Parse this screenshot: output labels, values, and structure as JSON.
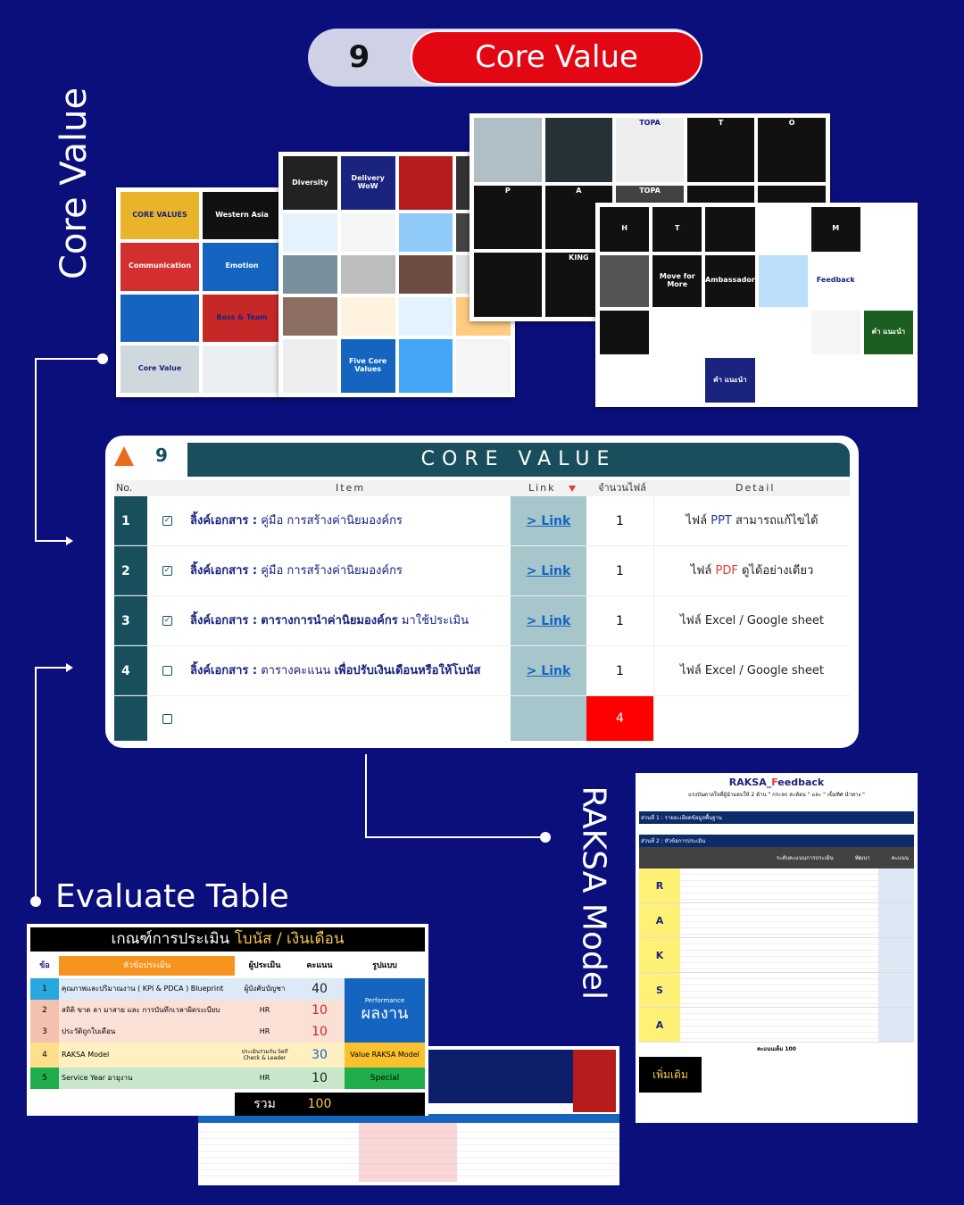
{
  "badge": {
    "number": "9",
    "title": "Core Value"
  },
  "side_title": "Core Value",
  "raksa_title": "RAKSA Model",
  "evaluate_label": "Evaluate Table",
  "collage_a": [
    {
      "t": "CORE VALUES",
      "c": "#e9b32a"
    },
    {
      "t": "Western Asia",
      "c": "#111"
    },
    {
      "t": "Communication",
      "c": "#d32f2f"
    },
    {
      "t": "Emotion",
      "c": "#1565c0"
    },
    {
      "t": "",
      "c": "#1565c0"
    },
    {
      "t": "Boss & Team",
      "c": "#c62828"
    },
    {
      "t": "Core Value",
      "c": "#cfd8dc"
    },
    {
      "t": "",
      "c": "#eceff1"
    }
  ],
  "collage_b": [
    {
      "t": "Diversity",
      "c": "#222"
    },
    {
      "t": "Delivery WoW",
      "c": "#1a237e"
    },
    {
      "t": "",
      "c": "#b71c1c"
    },
    {
      "t": "",
      "c": "#333"
    },
    {
      "t": "",
      "c": "#e3f2fd"
    },
    {
      "t": "",
      "c": "#f5f5f5"
    },
    {
      "t": "",
      "c": "#90caf9"
    },
    {
      "t": "",
      "c": "#444"
    },
    {
      "t": "",
      "c": "#78909c"
    },
    {
      "t": "",
      "c": "#bdbdbd"
    },
    {
      "t": "",
      "c": "#6d4c41"
    },
    {
      "t": "",
      "c": "#e0e0e0"
    },
    {
      "t": "",
      "c": "#8d6e63"
    },
    {
      "t": "",
      "c": "#fff3e0"
    },
    {
      "t": "",
      "c": "#e3f2fd"
    },
    {
      "t": "",
      "c": "#ffcc80"
    },
    {
      "t": "",
      "c": "#eeeeee"
    },
    {
      "t": "Five Core Values",
      "c": "#1565c0"
    },
    {
      "t": "",
      "c": "#42a5f5"
    },
    {
      "t": "",
      "c": "#f5f5f5"
    }
  ],
  "collage_c": [
    {
      "t": "",
      "c": "#b0bec5"
    },
    {
      "t": "",
      "c": "#263238"
    },
    {
      "t": "TOPA",
      "c": "#eeeeee"
    },
    {
      "t": "T",
      "c": "#111"
    },
    {
      "t": "O",
      "c": "#111"
    },
    {
      "t": "P",
      "c": "#111"
    },
    {
      "t": "A",
      "c": "#111"
    },
    {
      "t": "TOPA",
      "c": "#424242"
    },
    {
      "t": "",
      "c": "#111"
    },
    {
      "t": "",
      "c": "#111"
    },
    {
      "t": "",
      "c": "#111"
    },
    {
      "t": "KING",
      "c": "#111"
    },
    {
      "t": "",
      "c": "#111"
    },
    {
      "t": "",
      "c": "#111"
    },
    {
      "t": "",
      "c": "#111"
    }
  ],
  "collage_d": [
    {
      "t": "H",
      "c": "#111"
    },
    {
      "t": "T",
      "c": "#111"
    },
    {
      "t": "",
      "c": "#111"
    },
    {
      "t": "",
      "c": "#fff"
    },
    {
      "t": "M",
      "c": "#111"
    },
    {
      "t": "",
      "c": "#fff"
    },
    {
      "t": "",
      "c": "#555"
    },
    {
      "t": "Move for More",
      "c": "#111"
    },
    {
      "t": "Ambassador",
      "c": "#111"
    },
    {
      "t": "",
      "c": "#bbdefb"
    },
    {
      "t": "Feedback",
      "c": "#fff"
    },
    {
      "t": "",
      "c": "#fff"
    },
    {
      "t": "",
      "c": "#111"
    },
    {
      "t": "",
      "c": "#fff"
    },
    {
      "t": "",
      "c": "#fff"
    },
    {
      "t": "",
      "c": "#fff"
    },
    {
      "t": "",
      "c": "#f5f5f5"
    },
    {
      "t": "คำ แนะนำ",
      "c": "#1b5e20"
    },
    {
      "t": "",
      "c": "#fff"
    },
    {
      "t": "",
      "c": "#fff"
    },
    {
      "t": "คำ แนะนำ",
      "c": "#1a237e"
    },
    {
      "t": "",
      "c": "#fff"
    },
    {
      "t": "",
      "c": "#fff"
    },
    {
      "t": "",
      "c": "#fff"
    }
  ],
  "core_table": {
    "no": "9",
    "title": "CORE VALUE",
    "headers": {
      "no": "No.",
      "item": "Item",
      "link": "Link",
      "count": "จำนวนไฟล์",
      "detail": "Detail"
    },
    "rows": [
      {
        "no": "1",
        "checked": true,
        "prefix": "ลิ้งค์เอกสาร :",
        "text": "คู่มือ การสร้างค่านิยมองค์กร",
        "bold": "",
        "suffix": "",
        "link": "> Link",
        "count": "1",
        "d1": "ไฟล์ ",
        "dh": "PPT",
        "d2": " สามารถแก้ไขได้",
        "dc": "#283593"
      },
      {
        "no": "2",
        "checked": true,
        "prefix": "ลิ้งค์เอกสาร :",
        "text": "คู่มือ การสร้างค่านิยมองค์กร",
        "bold": "",
        "suffix": "",
        "link": "> Link",
        "count": "1",
        "d1": "ไฟล์ ",
        "dh": "PDF",
        "d2": " ดูได้อย่างเดียว",
        "dc": "#e53935"
      },
      {
        "no": "3",
        "checked": true,
        "prefix": "ลิ้งค์เอกสาร :",
        "text": "",
        "bold": "ตารางการนำค่านิยมองค์กร",
        "suffix": " มาใช้ประเมิน",
        "link": "> Link",
        "count": "1",
        "d1": "ไฟล์ Excel / Google sheet",
        "dh": "",
        "d2": "",
        "dc": "#222"
      },
      {
        "no": "4",
        "checked": false,
        "prefix": "ลิ้งค์เอกสาร :",
        "text": "ตารางคะแนน ",
        "bold": "เพื่อปรับเงินเดือนหรือให้โบนัส",
        "suffix": "",
        "link": "> Link",
        "count": "1",
        "d1": "ไฟล์ Excel / Google sheet",
        "dh": "",
        "d2": "",
        "dc": "#222"
      }
    ],
    "total": "4"
  },
  "eval_table": {
    "title_a": "เกณฑ์การประเมิน ",
    "title_b": "โบนัส / เงินเดือน",
    "headers": [
      "ข้อ",
      "หัวข้อประเมิน",
      "ผู้ประเมิน",
      "คะแนน",
      "รูปแบบ"
    ],
    "rows": [
      {
        "no": "1",
        "topic": "คุณภาพและปริมาณงาน ( KPI & PDCA ) Blueprint",
        "by": "ผู้บังคับบัญชา",
        "score": "40"
      },
      {
        "no": "2",
        "topic": "สถิติ ขาด ลา มาสาย และ การบันทึกเวลาผิดระเบียบ",
        "by": "HR",
        "score": "10"
      },
      {
        "no": "3",
        "topic": "ประวัติถูกใบเตือน",
        "by": "HR",
        "score": "10"
      },
      {
        "no": "4",
        "topic": "RAKSA Model",
        "by": "ประเมินร่วมกัน Self Check & Leader",
        "score": "30"
      },
      {
        "no": "5",
        "topic": "Service Year อายุงาน",
        "by": "HR",
        "score": "10"
      }
    ],
    "type_perf_small": "Performance",
    "type_perf": "ผลงาน",
    "type_value": "Value RAKSA Model",
    "type_special": "Special",
    "total_label": "รวม",
    "total": "100"
  },
  "raksa_doc": {
    "title_a": "RAKSA_",
    "title_b": "F",
    "title_c": "eedback",
    "subtitle": "แรงบันดาลใจที่ผู้นำมอบให้ 2 ด้าน \" กระจก สะท้อน \" และ \" เข็มทิศ นำทาง \"",
    "section1": "ส่วนที่ 1 : รายละเอียดข้อมูลพื้นฐาน",
    "section2": "ส่วนที่ 2 : หัวข้อการประเมิน",
    "levels": "ระดับคะแนนการประเมิน",
    "develop": "พัฒนา",
    "score": "คะแนน",
    "full": "คะแนนเต็ม 100",
    "letters": [
      "R",
      "A",
      "K",
      "S",
      "A"
    ],
    "extra": "เพิ่มเติม"
  }
}
